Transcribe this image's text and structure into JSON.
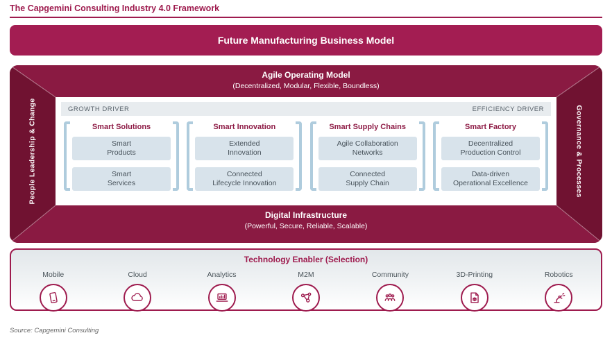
{
  "page": {
    "title": "The Capgemini Consulting Industry 4.0 Framework",
    "source": "Source: Capgemini Consulting"
  },
  "banner": {
    "label": "Future Manufacturing Business Model"
  },
  "frame": {
    "top": {
      "title": "Agile Operating Model",
      "subtitle": "(Decentralized, Modular, Flexible, Boundless)"
    },
    "bottom": {
      "title": "Digital Infrastructure",
      "subtitle": "(Powerful, Secure, Reliable, Scalable)"
    },
    "left_label": "People Leadership & Change",
    "right_label": "Governance & Processes"
  },
  "drivers": {
    "left": "GROWTH DRIVER",
    "right": "EFFICIENCY DRIVER"
  },
  "columns": [
    {
      "title": "Smart Solutions",
      "items": [
        "Smart\nProducts",
        "Smart\nServices"
      ]
    },
    {
      "title": "Smart Innovation",
      "items": [
        "Extended\nInnovation",
        "Connected\nLifecycle Innovation"
      ]
    },
    {
      "title": "Smart Supply Chains",
      "items": [
        "Agile Collaboration\nNetworks",
        "Connected\nSupply Chain"
      ]
    },
    {
      "title": "Smart Factory",
      "items": [
        "Decentralized\nProduction Control",
        "Data-driven\nOperational Excellence"
      ]
    }
  ],
  "tech": {
    "title": "Technology Enabler (Selection)",
    "items": [
      {
        "label": "Mobile",
        "icon": "tablet-icon"
      },
      {
        "label": "Cloud",
        "icon": "cloud-icon"
      },
      {
        "label": "Analytics",
        "icon": "laptop-analytics-icon"
      },
      {
        "label": "M2M",
        "icon": "network-nodes-icon"
      },
      {
        "label": "Community",
        "icon": "people-group-icon"
      },
      {
        "label": "3D-Printing",
        "icon": "printer-3d-icon"
      },
      {
        "label": "Robotics",
        "icon": "robot-arm-icon"
      }
    ]
  },
  "colors": {
    "brand_crimson": "#A31D52",
    "heading_crimson": "#9E1B4E",
    "frame_band": "#8A1A42",
    "frame_side": "#701231",
    "bracket_blue": "#AFCCDD",
    "box_blue": "#D8E3EB",
    "driver_bar_gray": "#E8ECEF"
  }
}
